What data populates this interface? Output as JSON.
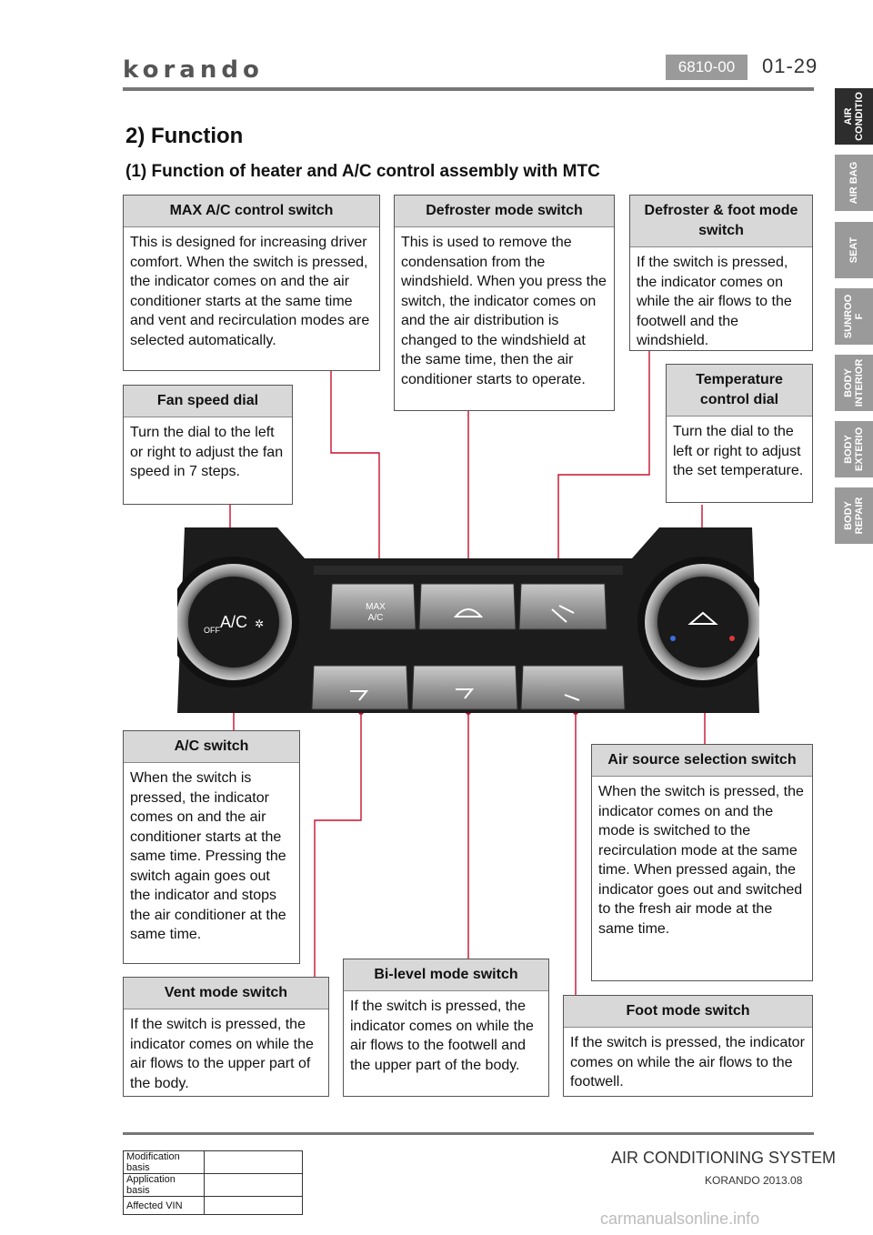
{
  "header": {
    "logo_text": "korando",
    "code": "6810-00",
    "page": "01-29"
  },
  "side_tabs": [
    {
      "label": "AIR\nCONDITIO",
      "active": true
    },
    {
      "label": "AIR BAG",
      "active": false
    },
    {
      "label": "SEAT",
      "active": false
    },
    {
      "label": "SUNROO\nF",
      "active": false
    },
    {
      "label": "BODY\nINTERIOR",
      "active": false
    },
    {
      "label": "BODY\nEXTERIO",
      "active": false
    },
    {
      "label": "BODY\nREPAIR",
      "active": false
    }
  ],
  "section_title": "2) Function",
  "subsection_title": "(1) Function of heater and A/C control assembly with MTC",
  "callouts": {
    "max_ac": {
      "title": "MAX A/C control switch",
      "body": "This is designed for increasing driver comfort. When the switch is pressed, the indicator comes on and the air conditioner starts at the same time and vent and recirculation modes are selected automatically."
    },
    "defroster": {
      "title": "Defroster mode switch",
      "body": "This is used to remove the condensation from the windshield. When you press the switch, the indicator comes on and the air distribution is changed to the windshield at the same time, then the air conditioner starts to operate."
    },
    "defroster_foot": {
      "title": "Defroster & foot mode switch",
      "body": "If the switch is pressed, the indicator comes on while the air flows to the footwell and the windshield."
    },
    "fan_speed": {
      "title": "Fan speed dial",
      "body": "Turn the dial to the left or right to adjust the fan speed in 7 steps."
    },
    "temperature": {
      "title": "Temperature control dial",
      "body": "Turn the dial to the left or right to adjust the set temperature."
    },
    "ac_switch": {
      "title": "A/C switch",
      "body": "When the switch is pressed, the indicator comes on and the air conditioner starts at the same time. Pressing the switch again goes out the indicator and stops the air conditioner at the same time."
    },
    "air_source": {
      "title": "Air source selection switch",
      "body": "When the switch is pressed, the indicator comes on and the mode is switched to the recirculation mode at the same time. When pressed again, the indicator goes out and switched to the fresh air mode at the same time."
    },
    "vent": {
      "title": "Vent mode switch",
      "body": "If the switch is pressed, the indicator comes on while the air flows to the upper part of the body."
    },
    "bilevel": {
      "title": "Bi-level mode switch",
      "body": "If the switch is pressed, the indicator comes on while the air flows to the footwell and the upper part of the body."
    },
    "foot": {
      "title": "Foot mode switch",
      "body": "If the switch is pressed, the indicator comes on while the air flows to the footwell."
    }
  },
  "panel": {
    "dial_label_ac": "A/C",
    "dial_label_off": "OFF",
    "max_label": "MAX\nA/C"
  },
  "footer": {
    "rows": [
      "Modification basis",
      "Application basis",
      "Affected VIN"
    ],
    "system_title": "AIR CONDITIONING SYSTEM",
    "model": "KORANDO 2013.08",
    "watermark": "carmanualsonline.info"
  },
  "colors": {
    "leader": "#c8102e",
    "tab": "#9a9a9a",
    "tab_active": "#2d2d2d",
    "title_fill": "#d8d8d8"
  }
}
